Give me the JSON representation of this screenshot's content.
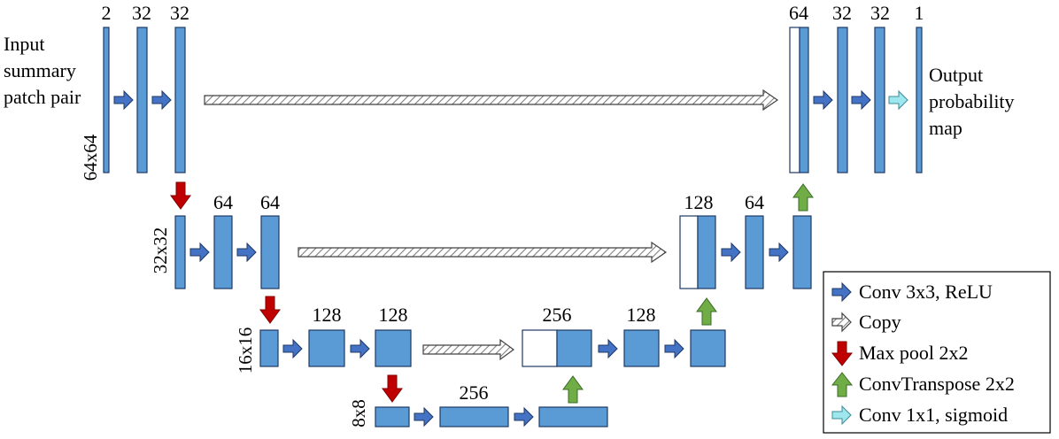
{
  "colors": {
    "block_fill": "#5b9bd5",
    "block_stroke": "#1f3864",
    "copy_fill": "#ffffff",
    "conv_arrow": "#4472c4",
    "maxpool_arrow": "#c00000",
    "upconv_arrow": "#70ad47",
    "sigmoid_arrow": "#9ee7ee"
  },
  "input_label": [
    "Input",
    "summary",
    "patch pair"
  ],
  "output_label": [
    "Output",
    "probability",
    "map"
  ],
  "resolutions": {
    "r64": "64x64",
    "r32": "32x32",
    "r16": "16x16",
    "r8": "8x8"
  },
  "channels": {
    "enc1_in": "2",
    "enc1_a": "32",
    "enc1_b": "32",
    "enc2_a": "64",
    "enc2_b": "64",
    "enc3_a": "128",
    "enc3_b": "128",
    "bottleneck": "256",
    "dec3_cat": "256",
    "dec3_a": "128",
    "dec2_cat": "128",
    "dec2_a": "64",
    "dec1_cat": "64",
    "dec1_a": "32",
    "dec1_b": "32",
    "out": "1"
  },
  "legend": {
    "conv": "Conv 3x3, ReLU",
    "copy": "Copy",
    "maxpool": "Max pool 2x2",
    "upconv": "ConvTranspose 2x2",
    "sigmoid": "Conv 1x1, sigmoid"
  }
}
